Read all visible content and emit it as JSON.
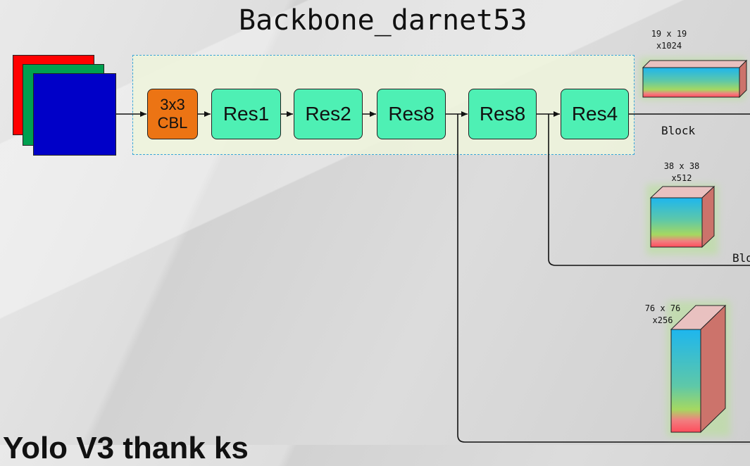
{
  "diagram": {
    "title": "Backbone_darnet53",
    "input_colors": [
      "#ff0000",
      "#00a050",
      "#0000c8"
    ],
    "cbl_label_line1": "3x3",
    "cbl_label_line2": "CBL",
    "res_blocks": [
      {
        "label": "Res1"
      },
      {
        "label": "Res2"
      },
      {
        "label": "Res8"
      },
      {
        "label": "Res8"
      },
      {
        "label": "Res4"
      }
    ],
    "outputs": [
      {
        "dim_line1": "19 x 19",
        "dim_line2": "x1024",
        "label": "Block"
      },
      {
        "dim_line1": "38 x 38",
        "dim_line2": "x512",
        "label": "Blo"
      },
      {
        "dim_line1": "76 x 76",
        "dim_line2": "x256"
      }
    ],
    "bottom_text": "Yolo V3 thank ks"
  },
  "colors": {
    "res_fill": "#4ef0b4",
    "cbl_fill": "#ec7414",
    "box_border": "#3aa6d8"
  }
}
